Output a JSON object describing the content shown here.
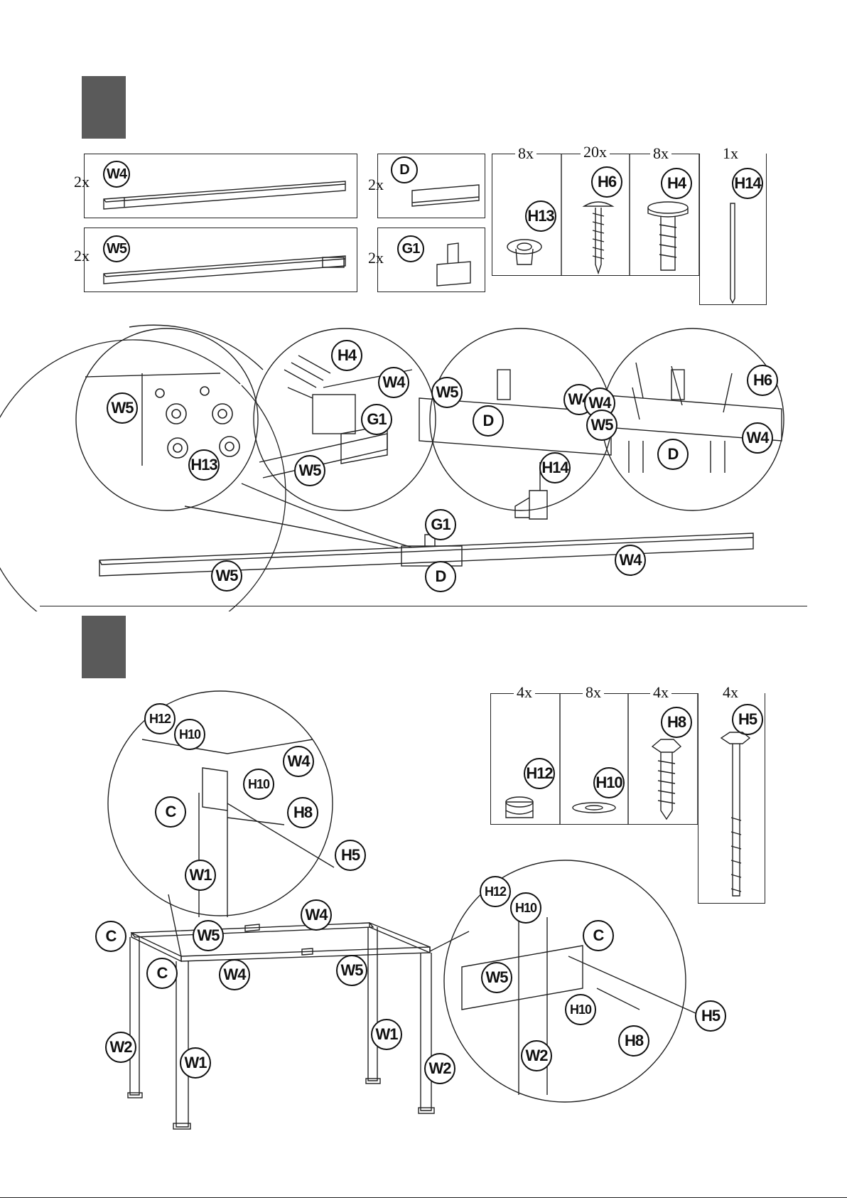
{
  "steps": [
    {
      "parts": [
        {
          "qty": "2x",
          "label": "W4"
        },
        {
          "qty": "2x",
          "label": "W5"
        },
        {
          "qty": "2x",
          "label": "D"
        },
        {
          "qty": "2x",
          "label": "G1"
        }
      ],
      "hardware": [
        {
          "qty": "8x",
          "label": "H13"
        },
        {
          "qty": "20x",
          "label": "H6"
        },
        {
          "qty": "8x",
          "label": "H4"
        },
        {
          "qty": "1x",
          "label": "H14"
        }
      ],
      "detail_labels": {
        "c1": [
          "W5",
          "H13"
        ],
        "c2": [
          "H4",
          "W4",
          "G1",
          "W5"
        ],
        "c3": [
          "W5",
          "W4",
          "D",
          "H14"
        ],
        "c4": [
          "H6",
          "W4",
          "W5",
          "D",
          "W4"
        ],
        "assembly": [
          "G1",
          "W5",
          "W4",
          "D"
        ]
      }
    },
    {
      "hardware": [
        {
          "qty": "4x",
          "label": "H12"
        },
        {
          "qty": "8x",
          "label": "H10"
        },
        {
          "qty": "4x",
          "label": "H8"
        },
        {
          "qty": "4x",
          "label": "H5"
        }
      ],
      "detail_labels": {
        "left_circle": [
          "H12",
          "H10",
          "W4",
          "H10",
          "C",
          "H8",
          "H5",
          "W1"
        ],
        "frame": [
          "C",
          "W5",
          "W4",
          "C",
          "W4",
          "W5",
          "W1",
          "W2",
          "W1",
          "W2"
        ],
        "right_circle": [
          "H12",
          "H10",
          "C",
          "W5",
          "H10",
          "H5",
          "H8",
          "W2"
        ]
      }
    }
  ]
}
